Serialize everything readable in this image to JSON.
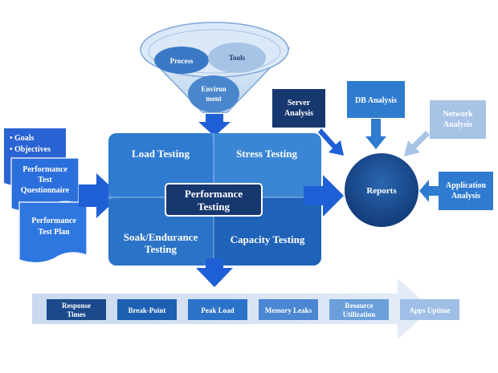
{
  "funnel": {
    "inputs": [
      "Process",
      "Tools",
      "Environ",
      "ment"
    ]
  },
  "left_docs": {
    "goals": [
      "• Goals",
      "• Objectives"
    ],
    "questionnaire": [
      "Performance",
      "Test",
      "Questionnaire"
    ],
    "plan": [
      "Performance",
      "Test Plan"
    ]
  },
  "grid": {
    "load": "Load Testing",
    "stress": "Stress Testing",
    "soak": [
      "Soak/Endurance",
      "Testing"
    ],
    "capacity": "Capacity Testing",
    "center": [
      "Performance",
      "Testing"
    ]
  },
  "reports": {
    "label": "Reports",
    "sources": {
      "server": [
        "Server",
        "Analysis"
      ],
      "db": [
        "DB Analysis"
      ],
      "network": [
        "Network",
        "Analysis"
      ],
      "application": [
        "Application",
        "Analysis"
      ]
    }
  },
  "metrics": [
    [
      "Response",
      "Times"
    ],
    [
      "Break-Point"
    ],
    [
      "Peak Load"
    ],
    [
      "Memory Leaks"
    ],
    [
      "Resource",
      "Utilization"
    ],
    [
      "Apps Uptime"
    ]
  ],
  "colors": {
    "dark_navy": "#17376f",
    "navy": "#1a4a8c",
    "blue": "#2b73c8",
    "bright_blue": "#1f5fd6",
    "sky": "#5f9ee3",
    "pale": "#9fbfe6",
    "light": "#c7d9ef"
  }
}
